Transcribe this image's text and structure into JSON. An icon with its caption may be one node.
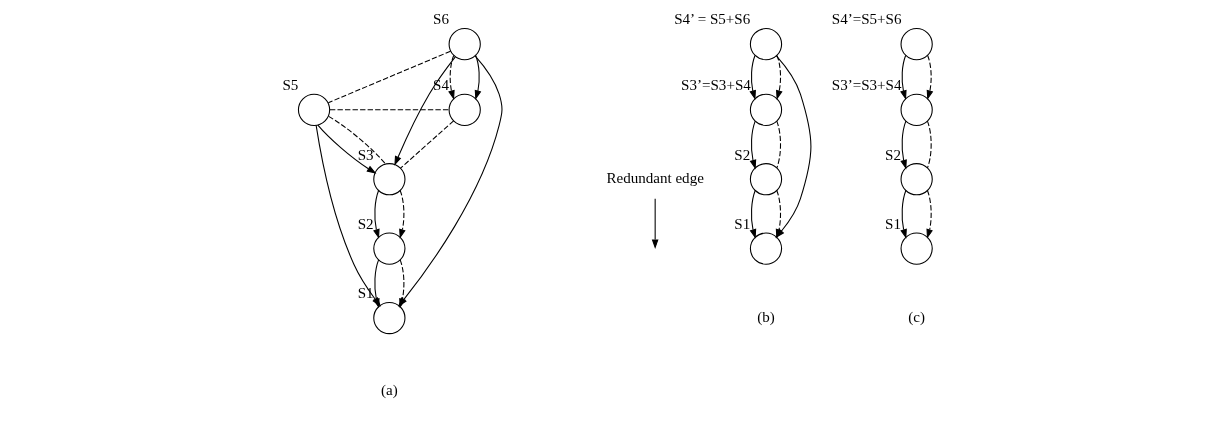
{
  "diagram": {
    "nodes": [
      {
        "text": [],
        "shape": "circle",
        "beside": [
          "S6"
        ]
      },
      {
        "text": [],
        "shape": "circle",
        "beside": [
          "S5"
        ]
      },
      {
        "text": [],
        "shape": "circle",
        "beside": [
          "S4"
        ]
      },
      {
        "text": [],
        "shape": "circle",
        "beside": [
          "S3"
        ]
      },
      {
        "text": [],
        "shape": "circle",
        "beside": [
          "S2"
        ]
      },
      {
        "text": [],
        "shape": "circle",
        "beside": [
          "S1"
        ]
      },
      {
        "text": [],
        "shape": "circle",
        "beside": [
          "S4’ = S5+S6"
        ]
      },
      {
        "text": [],
        "shape": "circle",
        "beside": [
          "S3’=S3+S4"
        ]
      },
      {
        "text": [],
        "shape": "circle",
        "beside": [
          "S2"
        ]
      },
      {
        "text": [],
        "shape": "circle",
        "beside": [
          "S1"
        ]
      },
      {
        "text": [
          "Redundant edge"
        ]
      },
      {
        "text": [],
        "shape": "circle",
        "beside": [
          "S4’=S5+S6"
        ]
      },
      {
        "text": [],
        "shape": "circle",
        "beside": [
          "S3’=S3+S4"
        ]
      },
      {
        "text": [],
        "shape": "circle",
        "beside": [
          "S2"
        ]
      },
      {
        "text": [],
        "shape": "circle",
        "beside": [
          "S1"
        ]
      }
    ],
    "edges": [
      {
        "from": 0,
        "to": 1,
        "arrow": "none",
        "style": "dashed"
      },
      {
        "from": 0,
        "to": 2,
        "arrow": "to",
        "style": "dashed"
      },
      {
        "from": 0,
        "to": 2,
        "arrow": "to"
      },
      {
        "from": 1,
        "to": 2,
        "arrow": "none",
        "style": "dashed"
      },
      {
        "from": 0,
        "to": 3,
        "arrow": "to"
      },
      {
        "from": 0,
        "to": 5,
        "arrow": "to"
      },
      {
        "from": 1,
        "to": 3,
        "arrow": "to"
      },
      {
        "from": 1,
        "to": 3,
        "arrow": "none",
        "style": "dashed"
      },
      {
        "from": 1,
        "to": 5,
        "arrow": "to"
      },
      {
        "from": 2,
        "to": 3,
        "arrow": "none",
        "style": "dashed"
      },
      {
        "from": 3,
        "to": 4,
        "arrow": "to"
      },
      {
        "from": 3,
        "to": 4,
        "arrow": "to",
        "style": "dashed"
      },
      {
        "from": 4,
        "to": 5,
        "arrow": "to"
      },
      {
        "from": 4,
        "to": 5,
        "arrow": "to",
        "style": "dashed"
      },
      {
        "from": 6,
        "to": 7,
        "arrow": "to"
      },
      {
        "from": 6,
        "to": 7,
        "arrow": "to",
        "style": "dashed"
      },
      {
        "from": 6,
        "to": 9,
        "arrow": "to"
      },
      {
        "from": 7,
        "to": 8,
        "arrow": "to"
      },
      {
        "from": 7,
        "to": 8,
        "arrow": "none",
        "style": "dashed"
      },
      {
        "from": 8,
        "to": 9,
        "arrow": "to"
      },
      {
        "from": 8,
        "to": 9,
        "arrow": "to",
        "style": "dashed"
      },
      {
        "from": 10,
        "to": null,
        "arrow": "to"
      },
      {
        "from": 11,
        "to": 12,
        "arrow": "to"
      },
      {
        "from": 11,
        "to": 12,
        "arrow": "to",
        "style": "dashed"
      },
      {
        "from": 12,
        "to": 13,
        "arrow": "to"
      },
      {
        "from": 12,
        "to": 13,
        "arrow": "none",
        "style": "dashed"
      },
      {
        "from": 13,
        "to": 14,
        "arrow": "to"
      },
      {
        "from": 13,
        "to": 14,
        "arrow": "to",
        "style": "dashed"
      }
    ],
    "labels": [
      "(a)",
      "(b)",
      "(c)"
    ]
  }
}
